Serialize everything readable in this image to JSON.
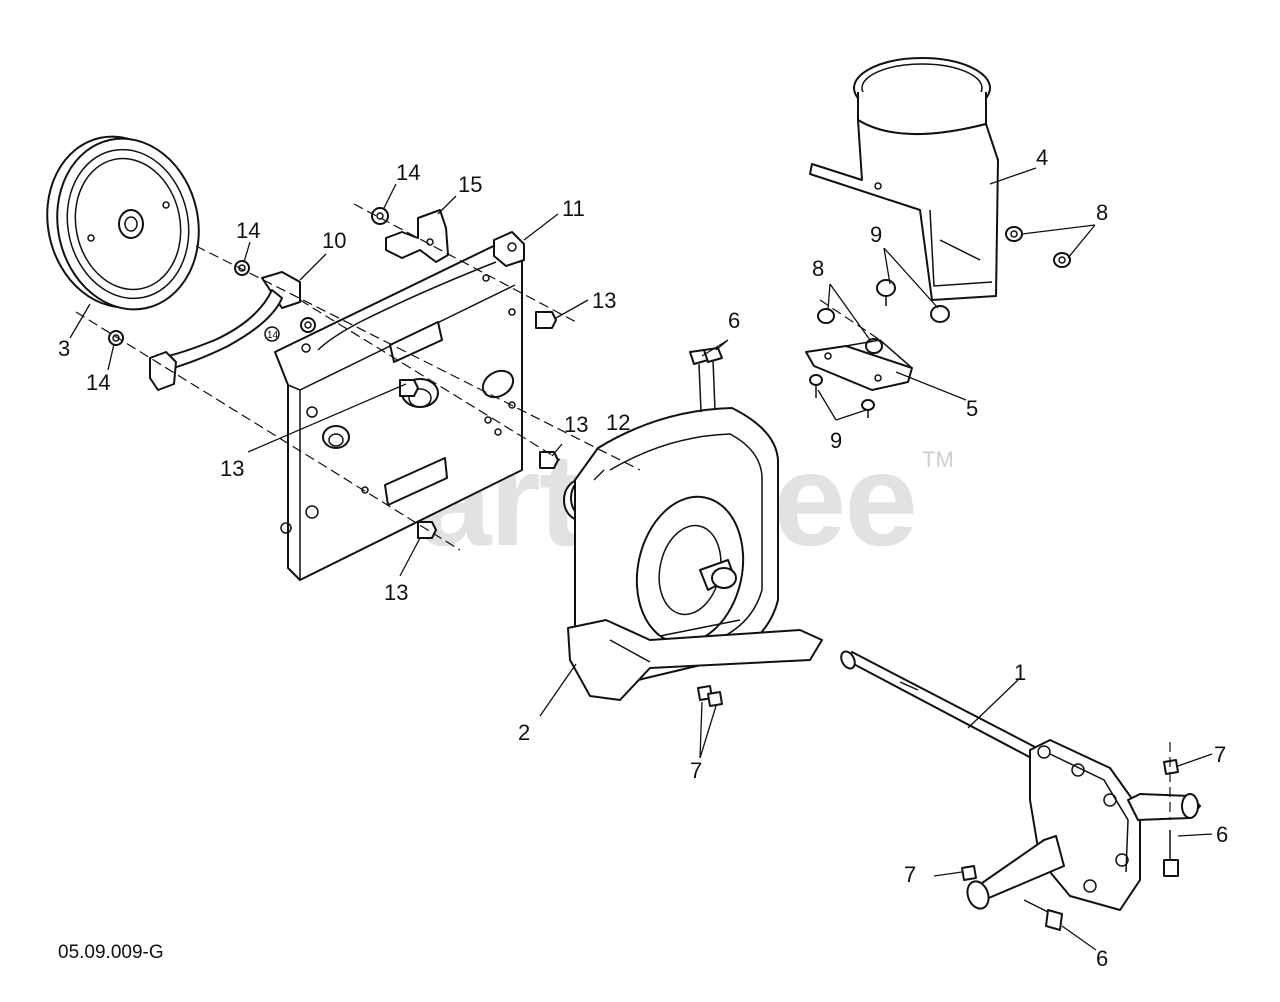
{
  "diagram": {
    "watermark": "PartsTree",
    "trademark": "TM",
    "drawing_code": "05.09.009-G",
    "callouts": {
      "c1": "1",
      "c2": "2",
      "c3": "3",
      "c4": "4",
      "c5": "5",
      "c6a": "6",
      "c6b": "6",
      "c6c": "6",
      "c7a": "7",
      "c7b": "7",
      "c7c": "7",
      "c8a": "8",
      "c8b": "8",
      "c9a": "9",
      "c9b": "9",
      "c10": "10",
      "c11": "11",
      "c12": "12",
      "c13a": "13",
      "c13b": "13",
      "c13c": "13",
      "c13d": "13",
      "c14a": "14",
      "c14b": "14",
      "c14c": "14",
      "c14d": "14",
      "c15": "15"
    }
  }
}
